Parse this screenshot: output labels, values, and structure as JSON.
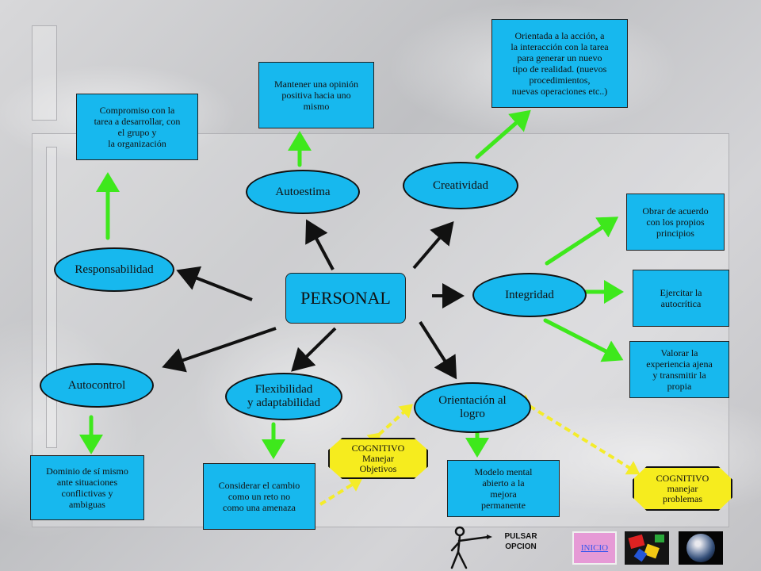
{
  "center": {
    "label": "PERSONAL"
  },
  "nodes": {
    "autoestima": "Autoestima",
    "creatividad": "Creatividad",
    "responsabilidad": "Responsabilidad",
    "integridad": "Integridad",
    "autocontrol": "Autocontrol",
    "flexibilidad": "Flexibilidad\ny adaptabilidad",
    "orientacion": "Orientación al\nlogro"
  },
  "boxes": {
    "compromiso": "Compromiso con la\ntarea a desarrollar, con\nel grupo y\nla organización",
    "mantener": "Mantener una opinión\npositiva hacia uno\nmismo",
    "orientada": "Orientada a la acción, a\nla interacción con la tarea\npara generar un nuevo\ntipo de realidad. (nuevos\nprocedimientos,\nnuevas operaciones etc..)",
    "obrar": "Obrar de acuerdo\ncon los propios\nprincipios",
    "ejercitar": "Ejercitar la\nautocrítica",
    "valorar": "Valorar la\nexperiencia ajena\ny transmitir la\npropia",
    "dominio": "Dominio de sí mismo\nante situaciones\nconflictivas y\nambiguas",
    "considerar": "Considerar el cambio\ncomo un reto no\ncomo una amenaza",
    "modelo": "Modelo mental\nabierto a la\nmejora\npermanente"
  },
  "cognitive": {
    "objetivos": "COGNITIVO\nManejar\nObjetivos",
    "problemas": "COGNITIVO\nmanejar\nproblemas"
  },
  "nav": {
    "pulsar": "PULSAR\nOPCION",
    "inicio": "INICIO"
  },
  "colors": {
    "node_fill": "#17b8ee",
    "cognitive_fill": "#f6ec1e",
    "green_arrow": "#3ee81c",
    "yellow_dash": "#f4ec2a"
  }
}
